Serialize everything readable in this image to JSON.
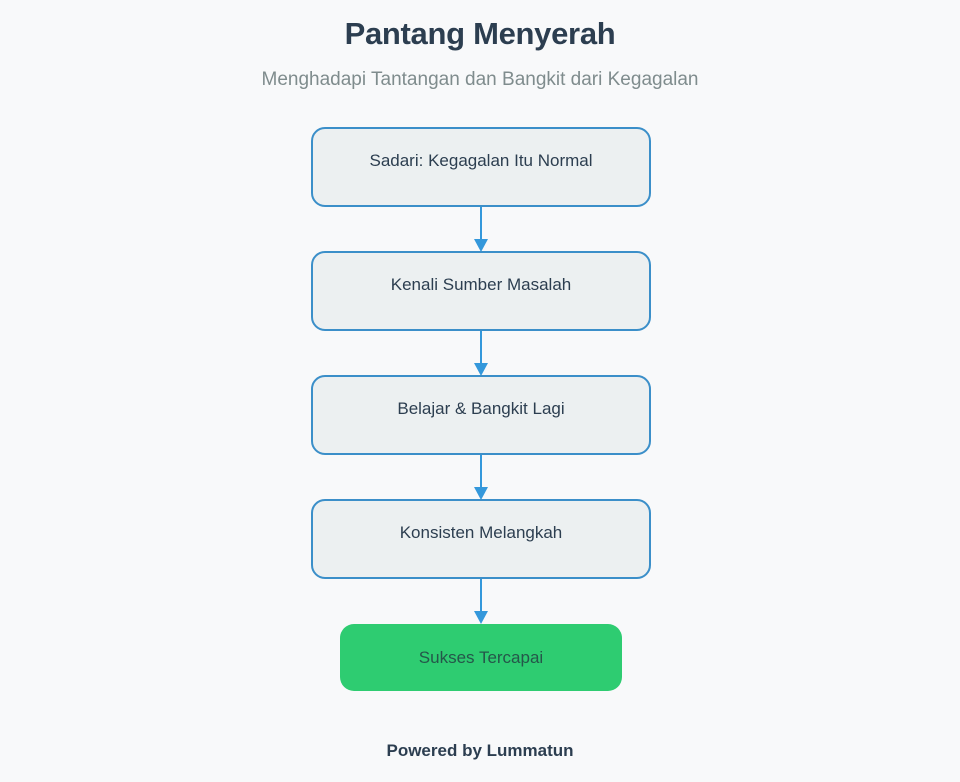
{
  "header": {
    "title": "Pantang Menyerah",
    "subtitle": "Menghadapi Tantangan dan Bangkit dari Kegagalan"
  },
  "flow": {
    "steps": [
      {
        "label": "Sadari: Kegagalan Itu Normal"
      },
      {
        "label": "Kenali Sumber Masalah"
      },
      {
        "label": "Belajar & Bangkit Lagi"
      },
      {
        "label": "Konsisten Melangkah"
      },
      {
        "label": "Sukses Tercapai"
      }
    ],
    "colors": {
      "node_fill": "#ecf0f1",
      "node_border": "#3b8fc9",
      "arrow": "#3498db",
      "success_fill": "#2ecc71",
      "text": "#2c3e50"
    }
  },
  "footer": {
    "text": "Powered by Lummatun"
  }
}
